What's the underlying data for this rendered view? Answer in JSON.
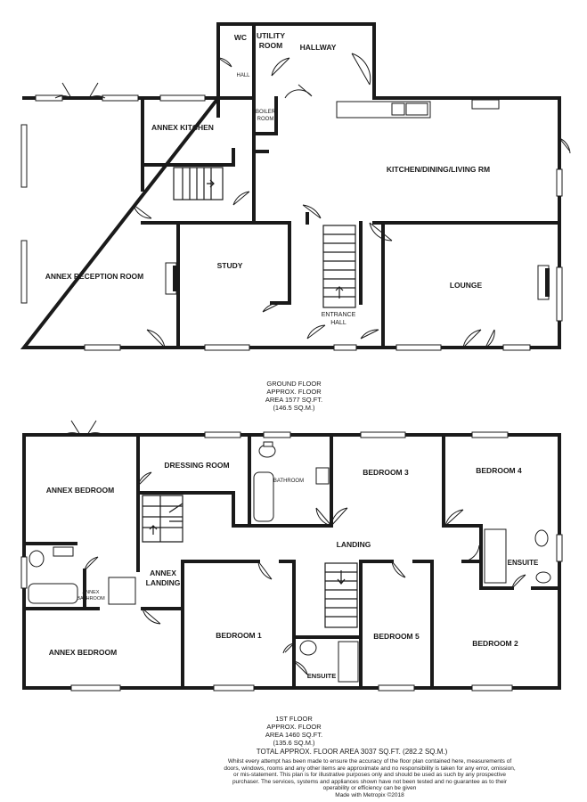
{
  "ground_floor": {
    "rooms": {
      "wc": "WC",
      "utility": [
        "UTILITY",
        "ROOM"
      ],
      "hallway_top": "HALLWAY",
      "hall_small": "HALL",
      "boiler": [
        "BOILER",
        "ROOM"
      ],
      "annex_kitchen": "ANNEX KITCHEN",
      "kitchen": "KITCHEN/DINING/LIVING RM",
      "annex_reception": "ANNEX RECEPTION ROOM",
      "study": "STUDY",
      "lounge": "LOUNGE",
      "entrance_hall": [
        "ENTRANCE",
        "HALL"
      ]
    },
    "area_lines": [
      "GROUND FLOOR",
      "APPROX. FLOOR",
      "AREA 1577 SQ.FT.",
      "(146.5 SQ.M.)"
    ]
  },
  "first_floor": {
    "rooms": {
      "annex_bedroom_top": "ANNEX BEDROOM",
      "dressing": "DRESSING ROOM",
      "bathroom": "BATHROOM",
      "bedroom3": "BEDROOM 3",
      "bedroom4": "BEDROOM 4",
      "landing": "LANDING",
      "annex_landing": [
        "ANNEX",
        "LANDING"
      ],
      "annex_bathroom": [
        "ANNEX",
        "BATHROOM"
      ],
      "ensuite_right": "ENSUITE",
      "annex_bedroom_bottom": "ANNEX BEDROOM",
      "bedroom1": "BEDROOM 1",
      "ensuite_bottom": "ENSUITE",
      "bedroom5": "BEDROOM 5",
      "bedroom2": "BEDROOM 2"
    },
    "area_lines": [
      "1ST FLOOR",
      "APPROX. FLOOR",
      "AREA 1460 SQ.FT.",
      "(135.6 SQ.M.)"
    ]
  },
  "total_area": "TOTAL APPROX. FLOOR AREA 3037 SQ.FT. (282.2 SQ.M.)",
  "disclaimer": "Whilst every attempt has been made to ensure the accuracy of the floor plan contained here, measurements of doors, windows, rooms and any other items are approximate and no responsibility is taken for any error, omission, or mis-statement. This plan is for illustrative purposes only and should be used as such by any prospective purchaser. The services, systems and appliances shown have not been tested and no guarantee as to their operability or efficiency can be given",
  "credit": "Made with Metropix ©2018"
}
